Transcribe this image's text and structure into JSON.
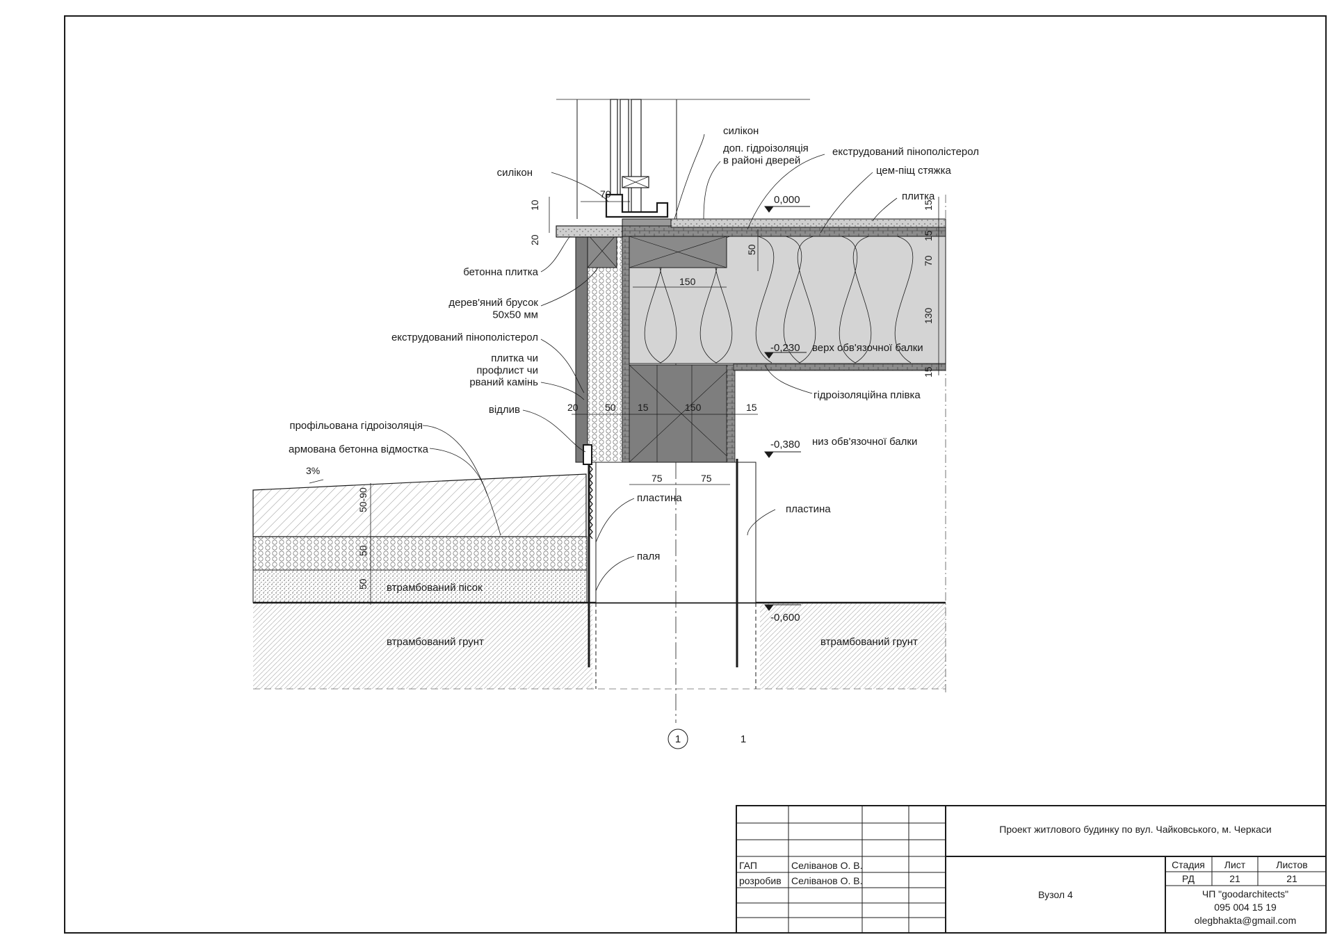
{
  "labels": {
    "silicone_top": "силікон",
    "extra_waterproofing": "доп. гідроізоляція\nв районі дверей",
    "xps_top": "екструдований пінополістерол",
    "screed": "цем-піщ стяжка",
    "tile": "плитка",
    "silicone_left": "силікон",
    "concrete_slab": "бетонна плитка",
    "wood_bar": "дерев'яний брусок\n50х50 мм",
    "xps_left": "екструдований пінополістерол",
    "cladding": "плитка чи\nпрофлист чи\nрваний камінь",
    "drip": "відлив",
    "profiled_waterproofing": "профільована гідроізоляція",
    "blind_area": "армована бетонна відмостка",
    "plate_left": "пластина",
    "plate_right": "пластина",
    "pile": "паля",
    "sand": "втрамбований пісок",
    "soil_left": "втрамбований грунт",
    "soil_right": "втрамбований грунт",
    "beam_top_note": "верх обв'язочної балки",
    "beam_bottom_note": "низ обв'язочної балки",
    "membrane": "гідроізоляційна плівка",
    "axis": "1",
    "axis_side": "1"
  },
  "levels": {
    "zero": "0,000",
    "beam_top": "-0,230",
    "beam_bottom": "-0,380",
    "ground": "-0,600"
  },
  "dimensions": {
    "d70": "70",
    "d10": "10",
    "d20_left": "20",
    "d50_vert": "50",
    "d150_top": "150",
    "d15_a": "15",
    "d15_b": "15",
    "d70_vert": "70",
    "d130": "130",
    "d15_c": "15",
    "d20": "20",
    "d50": "50",
    "d15_l": "15",
    "d150": "150",
    "d15_r": "15",
    "d75_l": "75",
    "d75_r": "75",
    "slope": "3%",
    "d5090": "50-90",
    "d50_sand1": "50",
    "d50_sand2": "50"
  },
  "title_block": {
    "project": "Проект житлового будинку по вул. Чайковського, м. Черкаси",
    "role1": "ГАП",
    "name1": "Селіванов О. В.",
    "role2": "розробив",
    "name2": "Селіванов О. В.",
    "sheet_title": "Вузол 4",
    "stage_h": "Стадия",
    "sheet_h": "Лист",
    "sheets_h": "Листов",
    "stage": "РД",
    "sheet": "21",
    "sheets": "21",
    "org": "ЧП \"goodarchitects\"",
    "phone": "095 004 15 19",
    "email": "olegbhakta@gmail.com"
  },
  "colors": {
    "line": "#1a1a1a",
    "insulation": "#d4d4d4",
    "xps": "#9a9a9a",
    "timber": "#8a8a8a",
    "concrete": "#cfcfcf"
  }
}
